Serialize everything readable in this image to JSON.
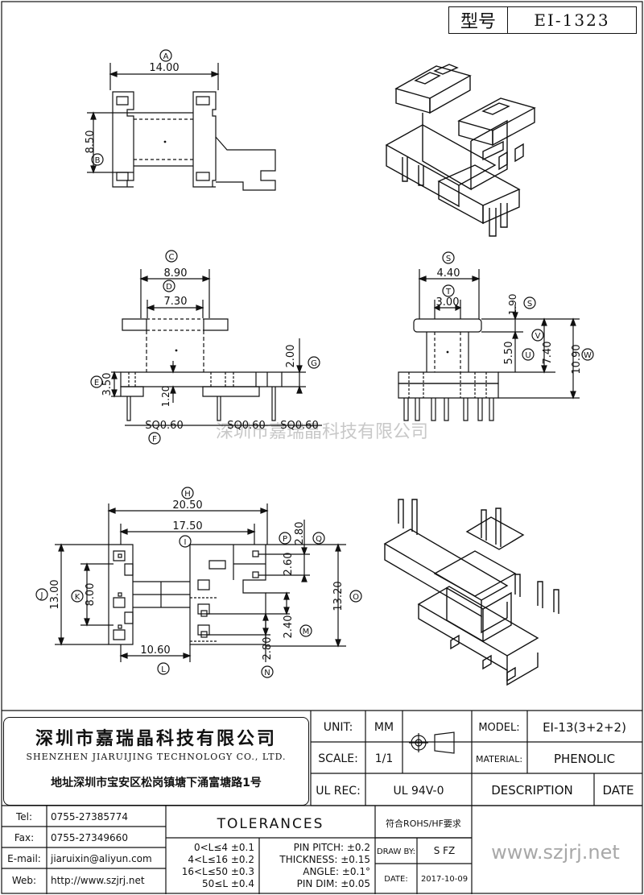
{
  "header": {
    "model_label": "型号",
    "model_value": "EI-1323"
  },
  "watermark": "深圳市嘉瑞晶科技有限公司",
  "view_top": {
    "label_a": "A",
    "dim_a": "14.00",
    "label_b": "B",
    "dim_b": "8.50"
  },
  "view_front": {
    "label_c": "C",
    "dim_c": "8.90",
    "label_d": "D",
    "dim_d": "7.30",
    "label_e": "E",
    "dim_e": "3.50",
    "label_g": "G",
    "dim_g": "2.00",
    "dim_12": "1.20",
    "sq1": "SQ0.60",
    "sq2": "SQ0.60",
    "sq3": "SQ0.60",
    "label_f": "F"
  },
  "view_side": {
    "label_s": "S",
    "dim_s": "4.40",
    "label_t": "T",
    "dim_t": "3.00",
    "dim_190": "1.90",
    "label_s2": "S",
    "dim_550": "5.50",
    "label_u": "U",
    "dim_740": "7.40",
    "label_v": "V",
    "dim_1090": "10.90",
    "label_w": "W"
  },
  "view_bottom": {
    "label_h": "H",
    "dim_h": "20.50",
    "label_i": "I",
    "dim_i": "17.50",
    "label_j": "J",
    "dim_j": "13.00",
    "label_k": "K",
    "dim_k": "8.00",
    "label_l": "L",
    "dim_l": "10.60",
    "label_p": "P",
    "dim_p": "2.80",
    "label_q": "Q",
    "dim_260": "2.60",
    "label_o": "O",
    "dim_o": "13.20",
    "dim_240": "2.40",
    "label_m": "M",
    "dim_280": "2.80",
    "label_n": "N"
  },
  "company": {
    "name_cn": "深圳市嘉瑞晶科技有限公司",
    "name_en": "SHENZHEN JIARUIJING TECHNOLOGY CO., LTD.",
    "address": "地址深圳市宝安区松岗镇塘下涌富塘路1号"
  },
  "title_block": {
    "unit_label": "UNIT:",
    "unit_value": "MM",
    "scale_label": "SCALE:",
    "scale_value": "1/1",
    "ulrec_label": "UL REC:",
    "ulrec_value": "UL 94V-0",
    "model_label": "MODEL:",
    "model_value": "EI-13(3+2+2)",
    "material_label": "MATERIAL:",
    "material_value": "PHENOLIC",
    "description_label": "DESCRIPTION",
    "date_label": "DATE",
    "tel_label": "Tel:",
    "tel_value": "0755-27385774",
    "fax_label": "Fax:",
    "fax_value": "0755-27349660",
    "email_label": "E-mail:",
    "email_value": "jiaruixin@aliyun.com",
    "web_label": "Web:",
    "web_value": "http://www.szjrj.net",
    "tolerances_label": "TOLERANCES",
    "rohs": "符合ROHS/HF要求",
    "tol1": "0<L≤4 ±0.1",
    "tol2": "4<L≤16 ±0.2",
    "tol3": "16<L≤50 ±0.3",
    "tol4": "50≤L ±0.4",
    "tol5": "PIN PITCH: ±0.2",
    "tol6": "THICKNESS: ±0.15",
    "tol7": "ANGLE: ±0.1°",
    "tol8": "PIN DIM: ±0.05",
    "drawn_label": "DRAW BY:",
    "drawn_value": "S FZ",
    "date_row_label": "DATE:",
    "date_value": "2017-10-09",
    "website": "www.szjrj.net"
  }
}
